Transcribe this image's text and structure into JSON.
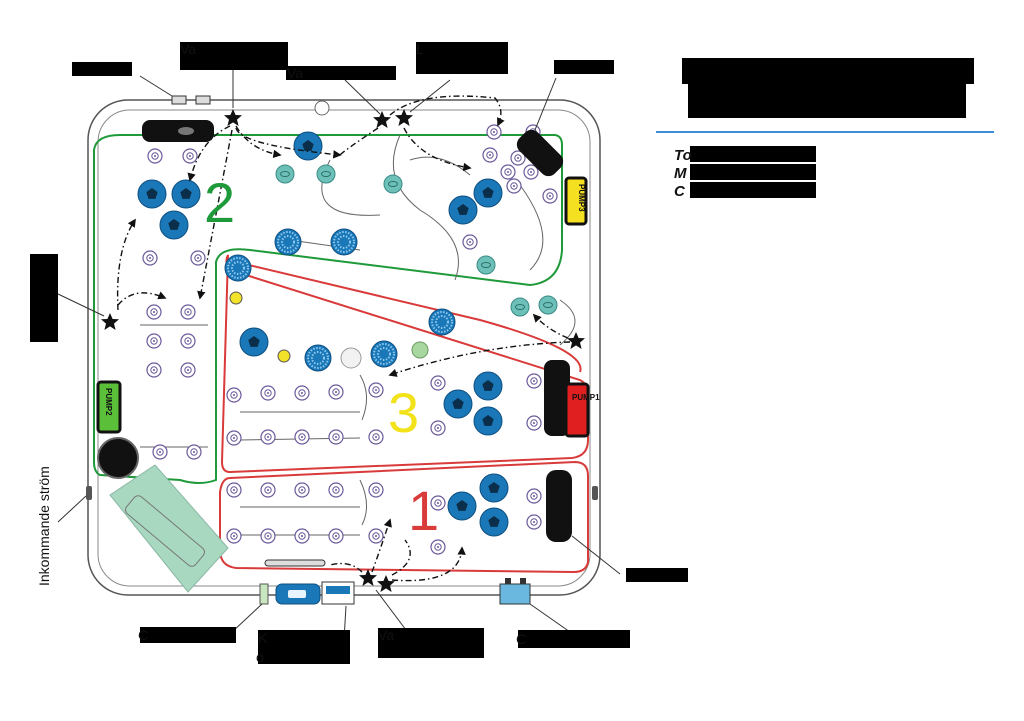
{
  "header": {
    "title_lines": [
      "",
      ""
    ],
    "stats": [
      "To",
      "M",
      "C"
    ]
  },
  "labels": {
    "top_left": "Va",
    "top_mid": "Va",
    "top_right_left": "L",
    "top_right": "",
    "overflow_right": "",
    "left_side": "",
    "incoming_power": "Inkommande ström",
    "bottom_left": "C",
    "bottom_mid": "K",
    "bottom_mid_2": "o",
    "bottom_center": "Va",
    "bottom_right": "C",
    "right_bottom": ""
  },
  "zones": [
    "1",
    "2",
    "3"
  ],
  "pumps": [
    "PUMP1",
    "PUMP2",
    "PUMP3"
  ],
  "colors": {
    "zone1": "#d93a3a",
    "zone2": "#1f9a3a",
    "zone3": "#f2e21a",
    "jet": "#1a78b8",
    "jet_small": "#8a6fb0",
    "teal": "#5fb7b0",
    "divider": "#3a8fd8",
    "pump1": "#e02020",
    "pump2": "#5bbf3a",
    "pump3": "#f4e020"
  }
}
